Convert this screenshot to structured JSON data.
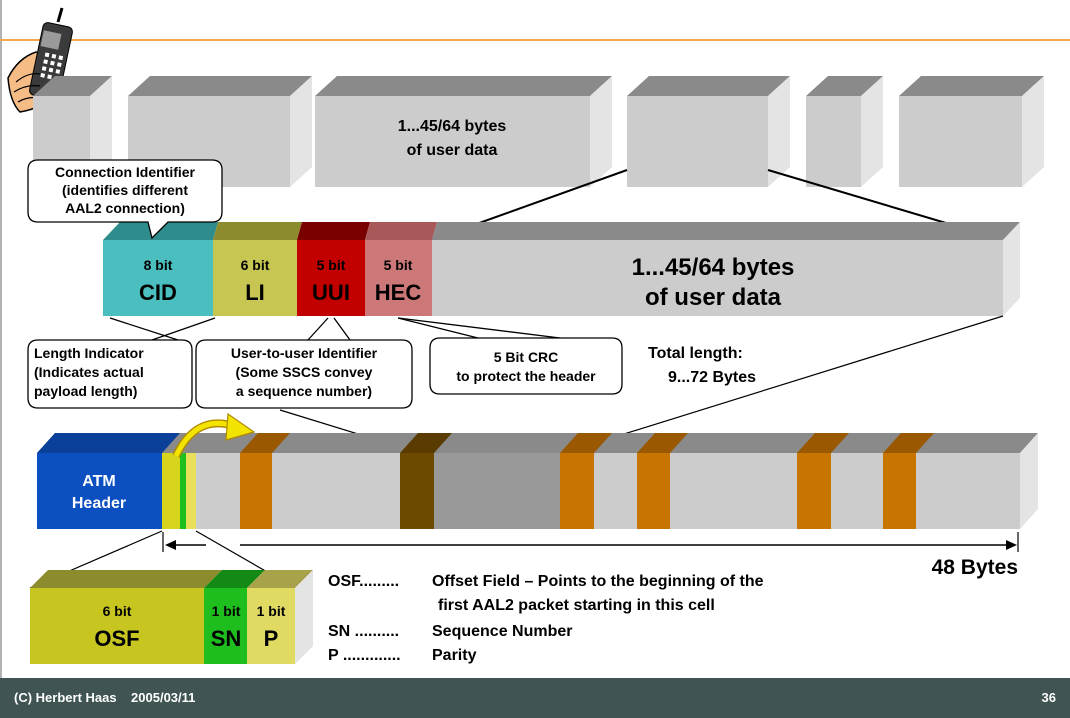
{
  "top_row": {
    "data_label_1": "1...45/64 bytes",
    "data_label_2": "of user data"
  },
  "callouts": {
    "cid": [
      "Connection Identifier",
      "(identifies different",
      "AAL2 connection)"
    ],
    "li": [
      "Length Indicator",
      "(Indicates actual",
      "payload length)"
    ],
    "uui": [
      "User-to-user Identifier",
      "(Some SSCS convey",
      "a sequence number)"
    ],
    "crc": [
      "5 Bit CRC",
      "to protect the header"
    ]
  },
  "packet": {
    "fields": [
      {
        "bits": "8 bit",
        "name": "CID",
        "color": "#4bbfbf"
      },
      {
        "bits": "6 bit",
        "name": "LI",
        "color": "#c7c653"
      },
      {
        "bits": "5 bit",
        "name": "UUI",
        "color": "#c20000"
      },
      {
        "bits": "5 bit",
        "name": "HEC",
        "color": "#cc7878"
      }
    ],
    "data_label_1": "1...45/64 bytes",
    "data_label_2": "of user data"
  },
  "total_length": {
    "line1": "Total length:",
    "line2": "9...72 Bytes"
  },
  "cell": {
    "header_line1": "ATM",
    "header_line2": "Header",
    "length_label": "48 Bytes"
  },
  "start_field": {
    "fields": [
      {
        "bits": "6 bit",
        "name": "OSF"
      },
      {
        "bits": "1 bit",
        "name": "SN"
      },
      {
        "bits": "1 bit",
        "name": "P"
      }
    ]
  },
  "legend": [
    {
      "term": "OSF.........",
      "desc": "Offset Field – Points to the beginning of the"
    },
    {
      "term": "",
      "desc": "first AAL2 packet starting in this cell"
    },
    {
      "term": "SN ..........",
      "desc": "Sequence Number"
    },
    {
      "term": "P .............",
      "desc": "Parity"
    }
  ],
  "footer": {
    "left": "(C) Herbert Haas    2005/03/11",
    "page": "36"
  },
  "colors": {
    "accent_line": "#f0a848",
    "footer_bg": "#3f5453",
    "atm_header": "#0c4fc0",
    "payload_orange": "#c87400"
  }
}
